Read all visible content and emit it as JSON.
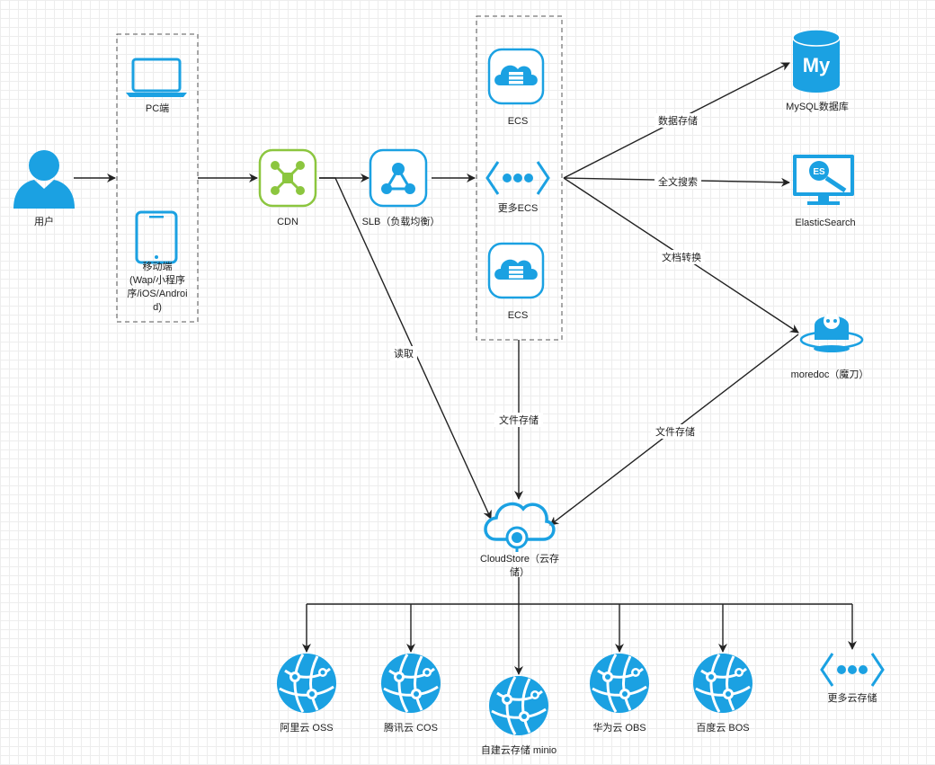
{
  "nodes": {
    "user": "用户",
    "pc": "PC端",
    "mobile_lines": [
      "移动端",
      "(Wap/小程序",
      "序/iOS/Androi",
      "d)"
    ],
    "cdn": "CDN",
    "slb": "SLB（负载均衡）",
    "ecs_top": "ECS",
    "more_ecs": "更多ECS",
    "ecs_bottom": "ECS",
    "mysql": "MySQL数据库",
    "elasticsearch": "ElasticSearch",
    "moredoc": "moredoc（魔刀）",
    "cloudstore_lines": [
      "CloudStore（云存",
      "储）"
    ],
    "aliyun_oss": "阿里云 OSS",
    "tencent_cos": "腾讯云 COS",
    "minio": "自建云存储 minio",
    "huawei_obs": "华为云 OBS",
    "baidu_bos": "百度云 BOS",
    "more_storage": "更多云存储"
  },
  "edges": {
    "data_storage": "数据存储",
    "fulltext_search": "全文搜索",
    "doc_convert": "文档转换",
    "read": "读取",
    "file_storage_ecs": "文件存储",
    "file_storage_moredoc": "文件存储"
  },
  "icons": {
    "mysql_badge": "My",
    "es_badge": "ES"
  },
  "colors": {
    "blue": "#1ba1e2",
    "green": "#8cc63f",
    "line": "#222222",
    "dash": "#555555"
  }
}
